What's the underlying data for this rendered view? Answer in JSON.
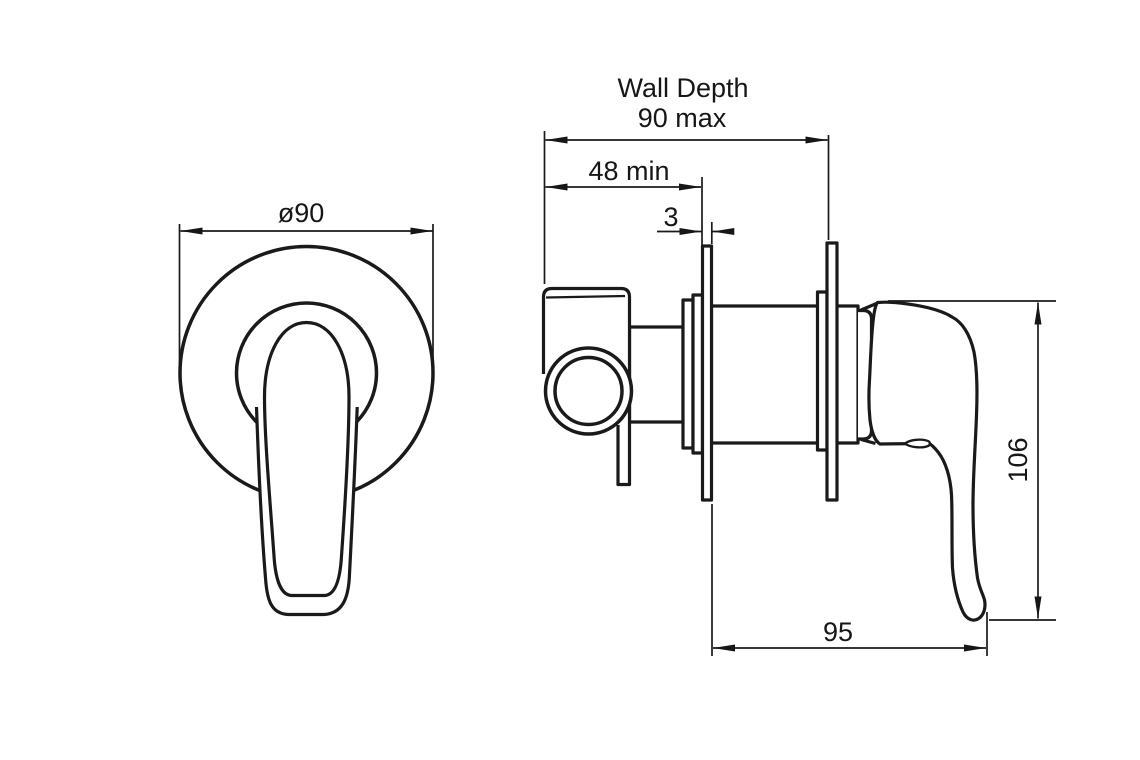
{
  "front": {
    "diameter": "ø90"
  },
  "side": {
    "wall_depth_label": "Wall Depth",
    "wall_depth_max": "90 max",
    "recess_min": "48 min",
    "plate_thickness": "3",
    "handle_height": "106",
    "handle_projection": "95"
  },
  "colors": {
    "line": "#1a1a1a",
    "background": "#ffffff"
  }
}
